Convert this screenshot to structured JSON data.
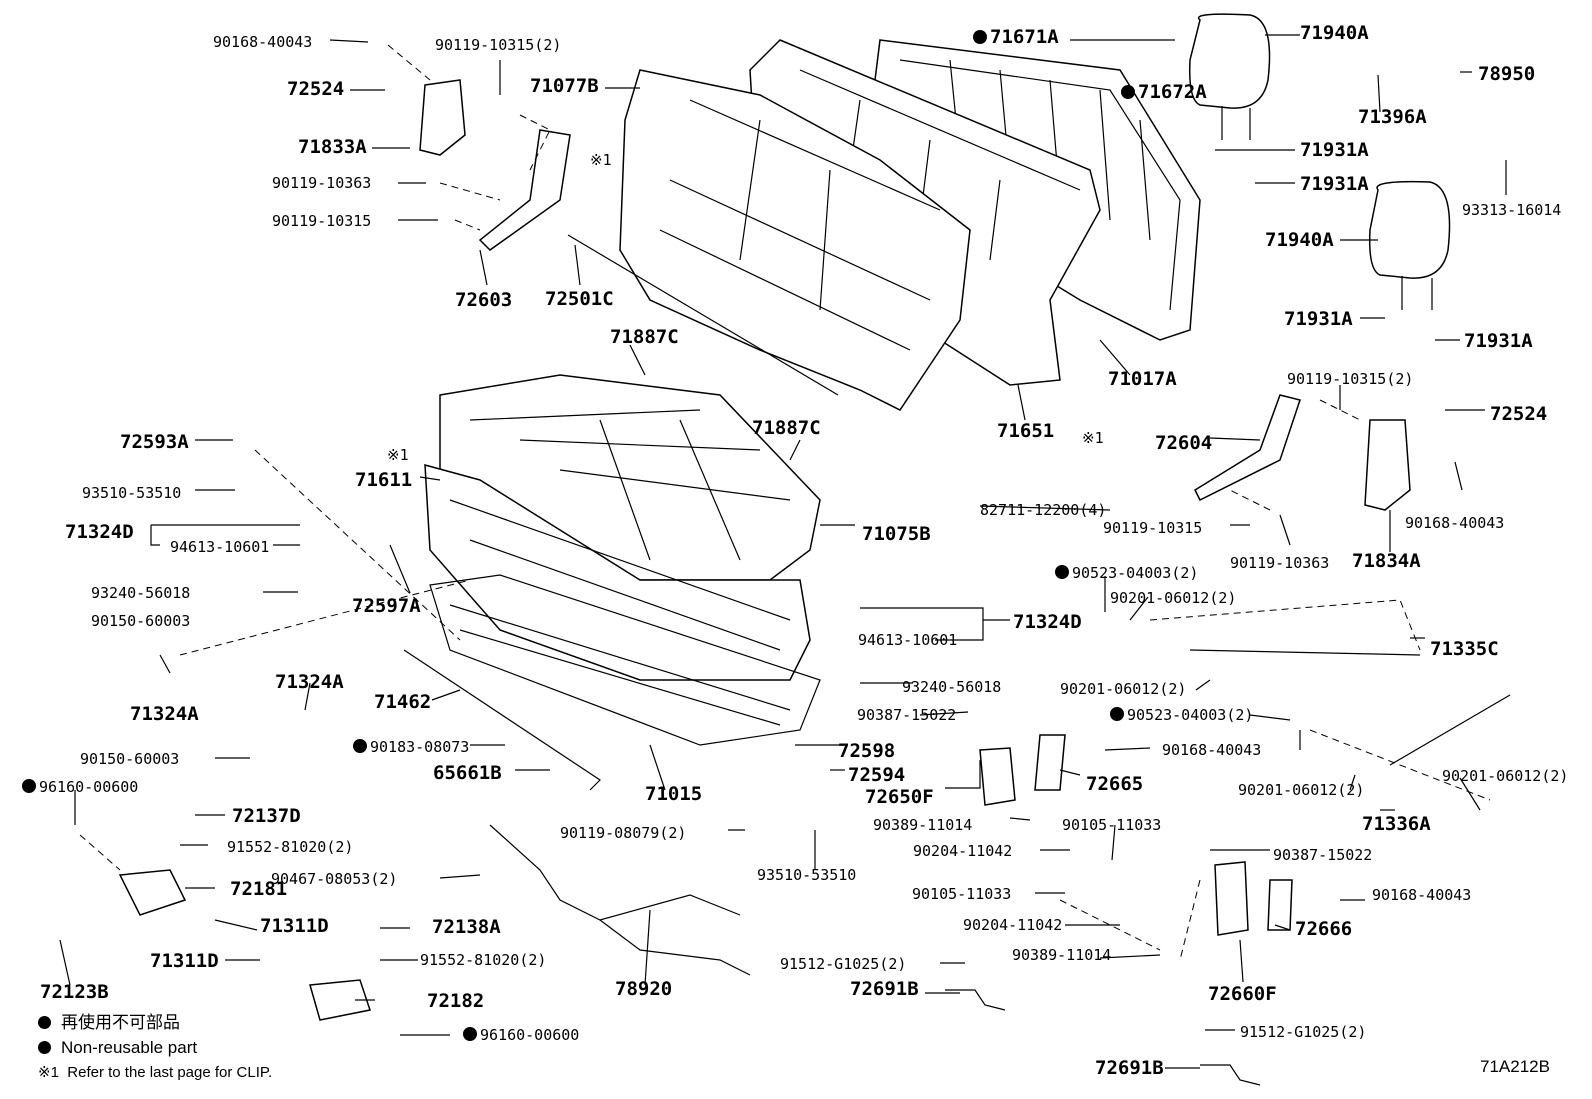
{
  "figure_code": "71A212B",
  "legend": {
    "non_reusable_jp": "再使用不可部品",
    "non_reusable_en": "Non-reusable part",
    "clip_mark": "※1",
    "clip_note": "Refer to the last page for CLIP."
  },
  "labels": [
    {
      "id": "p90168-40043-a",
      "text": "90168-40043",
      "size": "small",
      "nonreusable": false
    },
    {
      "id": "p90119-10315-2a",
      "text": "90119-10315(2)",
      "size": "small",
      "nonreusable": false
    },
    {
      "id": "p72524-a",
      "text": "72524",
      "size": "big",
      "nonreusable": false
    },
    {
      "id": "p71833A",
      "text": "71833A",
      "size": "big",
      "nonreusable": false
    },
    {
      "id": "p90119-10363-a",
      "text": "90119-10363",
      "size": "small",
      "nonreusable": false
    },
    {
      "id": "p90119-10315-a",
      "text": "90119-10315",
      "size": "small",
      "nonreusable": false
    },
    {
      "id": "p72603",
      "text": "72603",
      "size": "big",
      "nonreusable": false
    },
    {
      "id": "p71077B",
      "text": "71077B",
      "size": "big",
      "nonreusable": false
    },
    {
      "id": "clip-1",
      "text": "※1",
      "size": "small",
      "nonreusable": false
    },
    {
      "id": "p72501C",
      "text": "72501C",
      "size": "big",
      "nonreusable": false
    },
    {
      "id": "p71671A",
      "text": "71671A",
      "size": "big",
      "nonreusable": true
    },
    {
      "id": "p71672A",
      "text": "71672A",
      "size": "big",
      "nonreusable": true
    },
    {
      "id": "p71940A-a",
      "text": "71940A",
      "size": "big",
      "nonreusable": false
    },
    {
      "id": "p78950",
      "text": "78950",
      "size": "big",
      "nonreusable": false
    },
    {
      "id": "p71396A",
      "text": "71396A",
      "size": "big",
      "nonreusable": false
    },
    {
      "id": "p71931A-a",
      "text": "71931A",
      "size": "big",
      "nonreusable": false
    },
    {
      "id": "p71931A-b",
      "text": "71931A",
      "size": "big",
      "nonreusable": false
    },
    {
      "id": "p93313-16014",
      "text": "93313-16014",
      "size": "small",
      "nonreusable": false
    },
    {
      "id": "p71940A-b",
      "text": "71940A",
      "size": "big",
      "nonreusable": false
    },
    {
      "id": "p71931A-c",
      "text": "71931A",
      "size": "big",
      "nonreusable": false
    },
    {
      "id": "p71931A-d",
      "text": "71931A",
      "size": "big",
      "nonreusable": false
    },
    {
      "id": "p71887C-a",
      "text": "71887C",
      "size": "big",
      "nonreusable": false
    },
    {
      "id": "p71017A",
      "text": "71017A",
      "size": "big",
      "nonreusable": false
    },
    {
      "id": "p71651",
      "text": "71651",
      "size": "big",
      "nonreusable": false
    },
    {
      "id": "p90119-10315-2b",
      "text": "90119-10315(2)",
      "size": "small",
      "nonreusable": false
    },
    {
      "id": "p72524-b",
      "text": "72524",
      "size": "big",
      "nonreusable": false
    },
    {
      "id": "p72604",
      "text": "72604",
      "size": "big",
      "nonreusable": false
    },
    {
      "id": "p71887C-b",
      "text": "71887C",
      "size": "big",
      "nonreusable": false
    },
    {
      "id": "p72593A",
      "text": "72593A",
      "size": "big",
      "nonreusable": false
    },
    {
      "id": "clip-2",
      "text": "※1",
      "size": "small",
      "nonreusable": false
    },
    {
      "id": "clip-3",
      "text": "※1",
      "size": "small",
      "nonreusable": false
    },
    {
      "id": "p71611",
      "text": "71611",
      "size": "big",
      "nonreusable": false
    },
    {
      "id": "p93510-53510-a",
      "text": "93510-53510",
      "size": "small",
      "nonreusable": false
    },
    {
      "id": "p82711-12200",
      "text": "82711-12200(4)",
      "size": "small",
      "nonreusable": false
    },
    {
      "id": "p90168-40043-b",
      "text": "90168-40043",
      "size": "small",
      "nonreusable": false
    },
    {
      "id": "p71324D-a",
      "text": "71324D",
      "size": "big",
      "nonreusable": false
    },
    {
      "id": "p71075B",
      "text": "71075B",
      "size": "big",
      "nonreusable": false
    },
    {
      "id": "p90119-10315-b",
      "text": "90119-10315",
      "size": "small",
      "nonreusable": false
    },
    {
      "id": "p94613-10601-a",
      "text": "94613-10601",
      "size": "small",
      "nonreusable": false
    },
    {
      "id": "p90119-10363-b",
      "text": "90119-10363",
      "size": "small",
      "nonreusable": false
    },
    {
      "id": "p71834A",
      "text": "71834A",
      "size": "big",
      "nonreusable": false
    },
    {
      "id": "p93240-56018-a",
      "text": "93240-56018",
      "size": "small",
      "nonreusable": false
    },
    {
      "id": "p72597A",
      "text": "72597A",
      "size": "big",
      "nonreusable": false
    },
    {
      "id": "p90523-04003-a",
      "text": "90523-04003(2)",
      "size": "small",
      "nonreusable": true
    },
    {
      "id": "p90201-06012-a",
      "text": "90201-06012(2)",
      "size": "small",
      "nonreusable": false
    },
    {
      "id": "p90150-60003-a",
      "text": "90150-60003",
      "size": "small",
      "nonreusable": false
    },
    {
      "id": "p71324D-b",
      "text": "71324D",
      "size": "big",
      "nonreusable": false
    },
    {
      "id": "p94613-10601-b",
      "text": "94613-10601",
      "size": "small",
      "nonreusable": false
    },
    {
      "id": "p71335C",
      "text": "71335C",
      "size": "big",
      "nonreusable": false
    },
    {
      "id": "p71324A-a",
      "text": "71324A",
      "size": "big",
      "nonreusable": false
    },
    {
      "id": "p71324A-b",
      "text": "71324A",
      "size": "big",
      "nonreusable": false
    },
    {
      "id": "p93240-56018-b",
      "text": "93240-56018",
      "size": "small",
      "nonreusable": false
    },
    {
      "id": "p90201-06012-b",
      "text": "90201-06012(2)",
      "size": "small",
      "nonreusable": false
    },
    {
      "id": "p71462",
      "text": "71462",
      "size": "big",
      "nonreusable": false
    },
    {
      "id": "p90387-15022-a",
      "text": "90387-15022",
      "size": "small",
      "nonreusable": false
    },
    {
      "id": "p90523-04003-b",
      "text": "90523-04003(2)",
      "size": "small",
      "nonreusable": true
    },
    {
      "id": "p90150-60003-b",
      "text": "90150-60003",
      "size": "small",
      "nonreusable": false
    },
    {
      "id": "p90183-08073",
      "text": "90183-08073",
      "size": "small",
      "nonreusable": true
    },
    {
      "id": "p72598",
      "text": "72598",
      "size": "big",
      "nonreusable": false
    },
    {
      "id": "p90168-40043-c",
      "text": "90168-40043",
      "size": "small",
      "nonreusable": false
    },
    {
      "id": "p72594",
      "text": "72594",
      "size": "big",
      "nonreusable": false
    },
    {
      "id": "p65661B",
      "text": "65661B",
      "size": "big",
      "nonreusable": false
    },
    {
      "id": "p72650F",
      "text": "72650F",
      "size": "big",
      "nonreusable": false
    },
    {
      "id": "p72665",
      "text": "72665",
      "size": "big",
      "nonreusable": false
    },
    {
      "id": "p90201-06012-c",
      "text": "90201-06012(2)",
      "size": "small",
      "nonreusable": false
    },
    {
      "id": "p90201-06012-d",
      "text": "90201-06012(2)",
      "size": "small",
      "nonreusable": false
    },
    {
      "id": "p96160-00600-a",
      "text": "96160-00600",
      "size": "small",
      "nonreusable": true
    },
    {
      "id": "p71015",
      "text": "71015",
      "size": "big",
      "nonreusable": false
    },
    {
      "id": "p72137D",
      "text": "72137D",
      "size": "big",
      "nonreusable": false
    },
    {
      "id": "p90389-11014-a",
      "text": "90389-11014",
      "size": "small",
      "nonreusable": false
    },
    {
      "id": "p90105-11033-a",
      "text": "90105-11033",
      "size": "small",
      "nonreusable": false
    },
    {
      "id": "p71336A",
      "text": "71336A",
      "size": "big",
      "nonreusable": false
    },
    {
      "id": "p90119-08079",
      "text": "90119-08079(2)",
      "size": "small",
      "nonreusable": false
    },
    {
      "id": "p91552-81020-a",
      "text": "91552-81020(2)",
      "size": "small",
      "nonreusable": false
    },
    {
      "id": "p90204-11042-a",
      "text": "90204-11042",
      "size": "small",
      "nonreusable": false
    },
    {
      "id": "p90387-15022-b",
      "text": "90387-15022",
      "size": "small",
      "nonreusable": false
    },
    {
      "id": "p72181",
      "text": "72181",
      "size": "big",
      "nonreusable": false
    },
    {
      "id": "p90467-08053",
      "text": "90467-08053(2)",
      "size": "small",
      "nonreusable": false
    },
    {
      "id": "p93510-53510-b",
      "text": "93510-53510",
      "size": "small",
      "nonreusable": false
    },
    {
      "id": "p90105-11033-b",
      "text": "90105-11033",
      "size": "small",
      "nonreusable": false
    },
    {
      "id": "p90168-40043-d",
      "text": "90168-40043",
      "size": "small",
      "nonreusable": false
    },
    {
      "id": "p71311D-a",
      "text": "71311D",
      "size": "big",
      "nonreusable": false
    },
    {
      "id": "p72138A",
      "text": "72138A",
      "size": "big",
      "nonreusable": false
    },
    {
      "id": "p90204-11042-b",
      "text": "90204-11042",
      "size": "small",
      "nonreusable": false
    },
    {
      "id": "p72666",
      "text": "72666",
      "size": "big",
      "nonreusable": false
    },
    {
      "id": "p90389-11014-b",
      "text": "90389-11014",
      "size": "small",
      "nonreusable": false
    },
    {
      "id": "p71311D-b",
      "text": "71311D",
      "size": "big",
      "nonreusable": false
    },
    {
      "id": "p91552-81020-b",
      "text": "91552-81020(2)",
      "size": "small",
      "nonreusable": false
    },
    {
      "id": "p91512-G1025-a",
      "text": "91512-G1025(2)",
      "size": "small",
      "nonreusable": false
    },
    {
      "id": "p72123B",
      "text": "72123B",
      "size": "big",
      "nonreusable": false
    },
    {
      "id": "p78920",
      "text": "78920",
      "size": "big",
      "nonreusable": false
    },
    {
      "id": "p72691B-a",
      "text": "72691B",
      "size": "big",
      "nonreusable": false
    },
    {
      "id": "p72660F",
      "text": "72660F",
      "size": "big",
      "nonreusable": false
    },
    {
      "id": "p72182",
      "text": "72182",
      "size": "big",
      "nonreusable": false
    },
    {
      "id": "p96160-00600-b",
      "text": "96160-00600",
      "size": "small",
      "nonreusable": true
    },
    {
      "id": "p91512-G1025-b",
      "text": "91512-G1025(2)",
      "size": "small",
      "nonreusable": false
    },
    {
      "id": "p72691B-b",
      "text": "72691B",
      "size": "big",
      "nonreusable": false
    }
  ]
}
